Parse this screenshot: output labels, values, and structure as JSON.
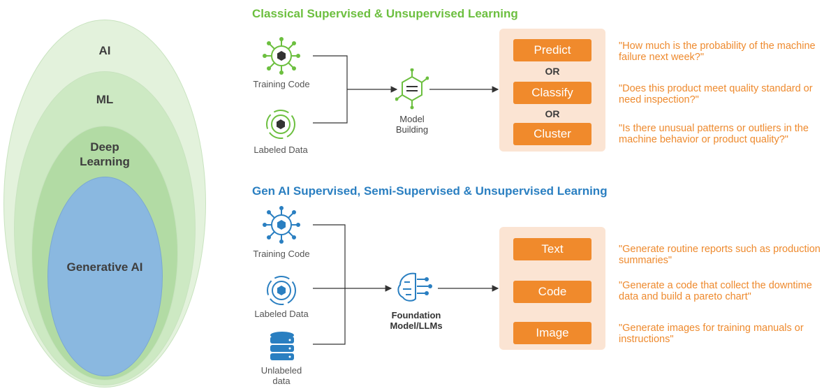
{
  "hierarchy": {
    "ai": "AI",
    "ml": "ML",
    "deep_learning": "Deep\nLearning",
    "generative_ai": "Generative AI",
    "colors": {
      "outer": "#e3f2dc",
      "ml": "#cde9c3",
      "dl": "#b2dba4",
      "gen": "#8ab8e0"
    }
  },
  "classical": {
    "title": "Classical Supervised & Unsupervised Learning",
    "title_color": "#6cbf3f",
    "inputs": [
      "Training Code",
      "Labeled Data"
    ],
    "model_label": "Model\nBuilding",
    "outputs": [
      "Predict",
      "Classify",
      "Cluster"
    ],
    "separator": "OR",
    "examples": [
      "\"How much is the probability of the machine failure next week?\"",
      "\"Does this product meet quality standard or need inspection?\"",
      "\"Is there unusual patterns or outliers in the machine behavior or product quality?\""
    ]
  },
  "genai": {
    "title": "Gen AI Supervised, Semi-Supervised & Unsupervised Learning",
    "title_color": "#2a7fc1",
    "inputs": [
      "Training Code",
      "Labeled Data",
      "Unlabeled\ndata"
    ],
    "model_label": "Foundation\nModel/LLMs",
    "outputs": [
      "Text",
      "Code",
      "Image"
    ],
    "examples": [
      "\"Generate routine reports such as production summaries\"",
      "\"Generate a code that collect the downtime data and build a pareto chart\"",
      "\"Generate images for training manuals or instructions\""
    ]
  },
  "colors": {
    "orange": "#f08a2c",
    "panel": "#fbe4d3",
    "green": "#6cbf3f",
    "blue": "#2a7fc1"
  }
}
